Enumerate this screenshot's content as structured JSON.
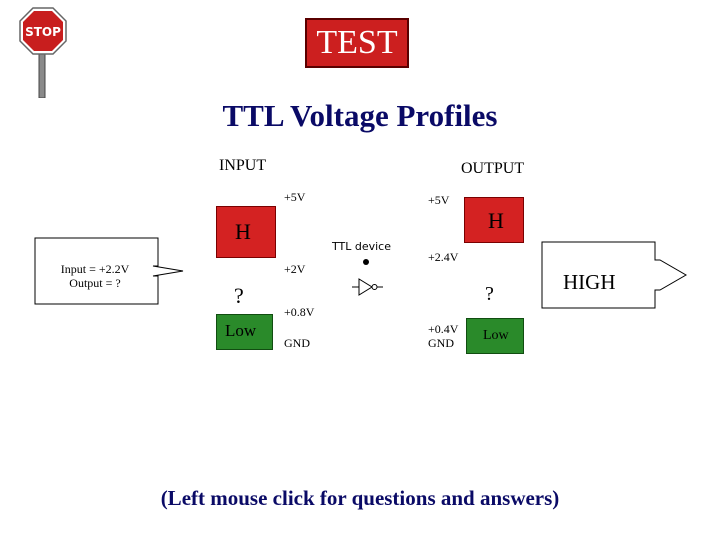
{
  "badge": {
    "label": "TEST"
  },
  "stop_sign": {
    "text": "STOP"
  },
  "title": "TTL Voltage Profiles",
  "input_header": "INPUT",
  "output_header": "OUTPUT",
  "input": {
    "top_label": "+5V",
    "high_label": "H",
    "upper_threshold": "+2V",
    "unknown_label": "?",
    "lower_threshold": "+0.8V",
    "low_label": "Low",
    "gnd_label": "GND"
  },
  "output": {
    "top_label": "+5V",
    "high_label": "H",
    "upper_threshold": "+2.4V",
    "unknown_label": "?",
    "lower_threshold_line1": "+0.4V",
    "lower_threshold_line2": "GND",
    "low_label": "Low"
  },
  "device_label": "TTL device",
  "input_arrow": {
    "line1": "Input = +2.2V",
    "line2": "Output = ?"
  },
  "output_arrow": {
    "text": "HIGH"
  },
  "footer": "(Left mouse click for questions and answers)",
  "colors": {
    "high_zone": "#d42222",
    "low_zone": "#2a8a2a",
    "badge": "#cc1f1f",
    "title": "#0a0a66"
  }
}
